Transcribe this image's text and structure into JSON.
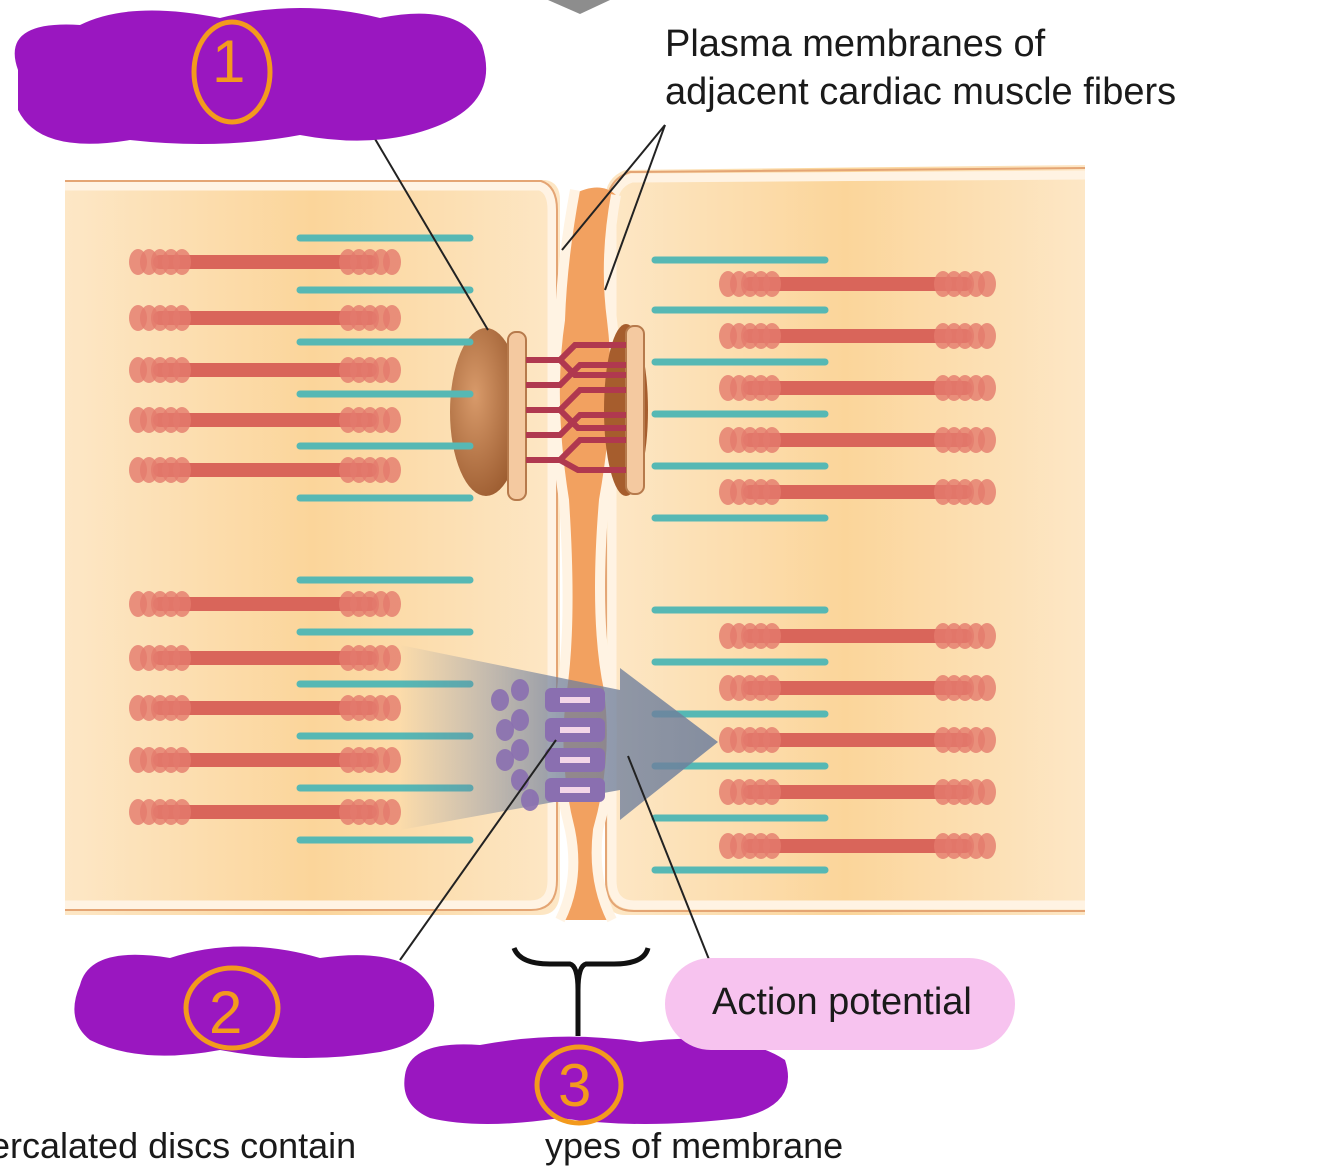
{
  "labels": {
    "plasma_line1": "Plasma membranes of",
    "plasma_line2": "adjacent cardiac muscle fibers",
    "action_potential": "Action potential",
    "bottom_left": "ercalated discs contain",
    "bottom_right": "ypes of membrane"
  },
  "annotations": {
    "mark_1": "1",
    "mark_2": "2",
    "mark_3": "3"
  },
  "colors": {
    "cell": "#fbd9a0",
    "cell_light": "#fde8c4",
    "membrane": "#fff2e0",
    "membrane_edge": "#e9b27c",
    "gap": "#f3a25e",
    "actin": "#56b8b4",
    "myosin": "#d9655a",
    "desmosome": "#b36a3c",
    "junction_link": "#b0384f",
    "gap_junction": "#8a6fb0",
    "arrow": "#6f7f9c",
    "redaction": "#9a17c0",
    "action_bg": "#f7c3ef",
    "annotation": "#f39a1d"
  }
}
